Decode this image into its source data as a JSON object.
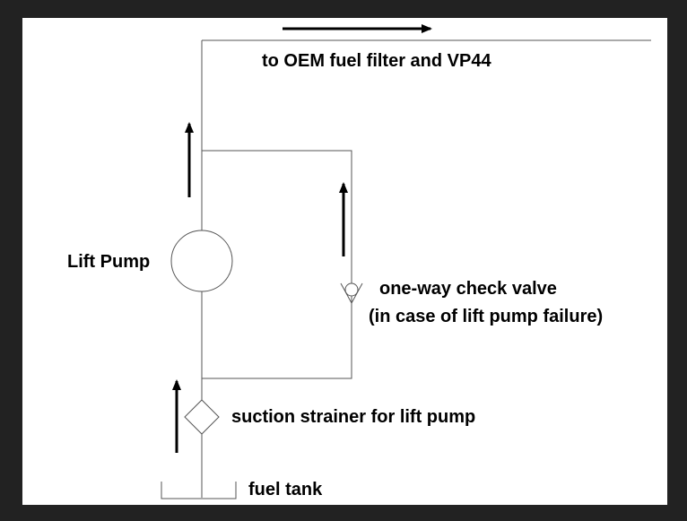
{
  "colors": {
    "frame": "#222222",
    "canvas": "#ffffff",
    "line": "#555555",
    "ink": "#000000"
  },
  "labels": {
    "destination": "to OEM fuel filter and VP44",
    "lift_pump": "Lift Pump",
    "check_valve_line1": "one-way check valve",
    "check_valve_line2": "(in case of lift pump failure)",
    "strainer": "suction strainer for lift pump",
    "fuel_tank": "fuel tank"
  }
}
